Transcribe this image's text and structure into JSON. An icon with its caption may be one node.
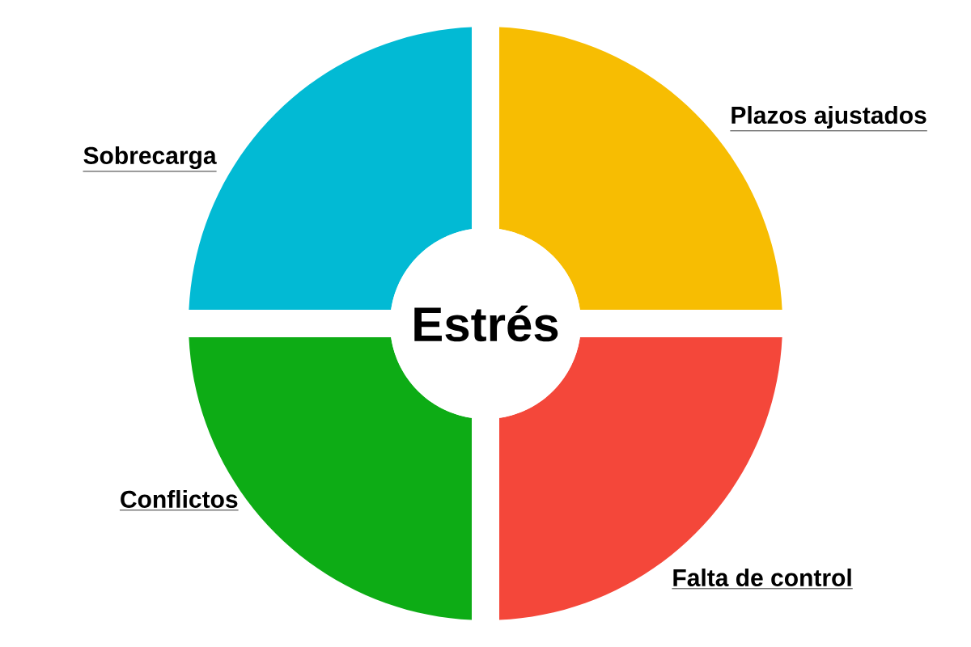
{
  "diagram": {
    "nodes": [
      {
        "text": [
          "Estrés"
        ]
      },
      {
        "text": [
          "Sobrecarga"
        ]
      },
      {
        "text": [
          "Plazos ajustados"
        ]
      },
      {
        "text": [
          "Conflictos"
        ]
      },
      {
        "text": [
          "Falta de control"
        ]
      }
    ]
  }
}
